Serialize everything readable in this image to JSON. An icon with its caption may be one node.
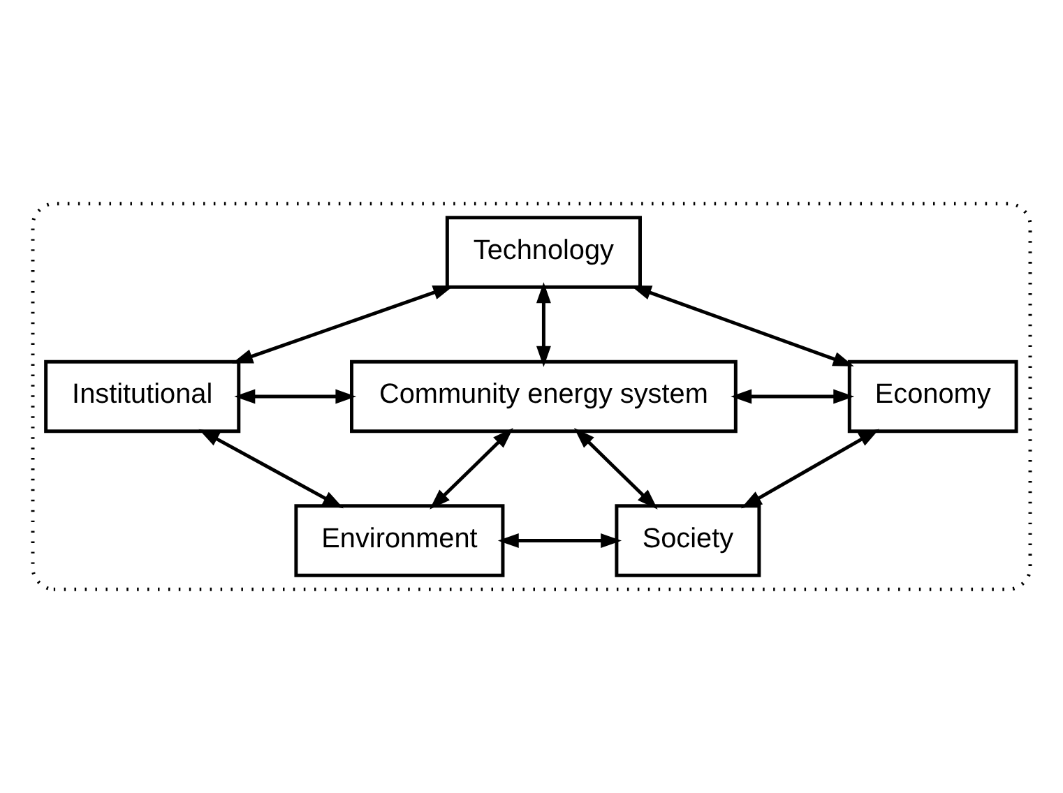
{
  "diagram": {
    "nodes": [
      {
        "text": [],
        "shape": "ellipse"
      },
      {
        "text": [
          "Technology"
        ],
        "in": 0
      },
      {
        "text": [
          "Institutional"
        ],
        "in": 0
      },
      {
        "text": [
          "Community energy system"
        ],
        "in": 0
      },
      {
        "text": [
          "Economy"
        ],
        "in": 0
      },
      {
        "text": [
          "Environment"
        ],
        "in": 0
      },
      {
        "text": [
          "Society"
        ],
        "in": 0
      }
    ],
    "edges": [
      {
        "from": 1,
        "to": 2,
        "arrow": "both"
      },
      {
        "from": 1,
        "to": 4,
        "arrow": "both"
      },
      {
        "from": 1,
        "to": 3,
        "arrow": "both"
      },
      {
        "from": 2,
        "to": 3,
        "arrow": "both"
      },
      {
        "from": 3,
        "to": 4,
        "arrow": "both"
      },
      {
        "from": 3,
        "to": 5,
        "arrow": "both"
      },
      {
        "from": 3,
        "to": 6,
        "arrow": "both"
      },
      {
        "from": 2,
        "to": 5,
        "arrow": "both"
      },
      {
        "from": 4,
        "to": 6,
        "arrow": "both"
      },
      {
        "from": 5,
        "to": 6,
        "arrow": "both"
      }
    ]
  }
}
